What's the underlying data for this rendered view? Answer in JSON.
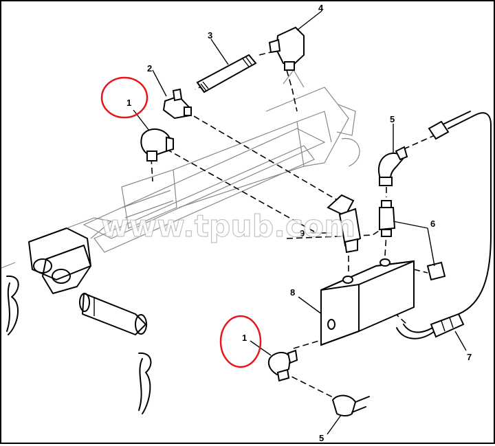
{
  "diagram": {
    "callouts": {
      "c1_upper": "1",
      "c1_lower": "1",
      "c2": "2",
      "c3": "3",
      "c4": "4",
      "c5_upper": "5",
      "c5_lower": "5",
      "c6": "6",
      "c7": "7",
      "c8": "8",
      "c9": "9"
    },
    "watermark": "www.tpub.com",
    "highlight_color": "#e8141b"
  }
}
